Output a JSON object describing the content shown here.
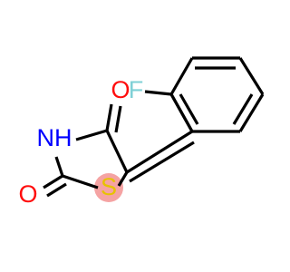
{
  "molecule": {
    "atoms": {
      "F": "F",
      "O_top": "O",
      "NH": "NH",
      "O_left": "O",
      "S": "S"
    }
  },
  "colors": {
    "bond": "#000000",
    "F": "#7fd0d6",
    "O": "#ff0d0d",
    "N": "#0000ff",
    "S": "#e6c200",
    "S_highlight": "#f5a3a3",
    "background": "#ffffff"
  }
}
